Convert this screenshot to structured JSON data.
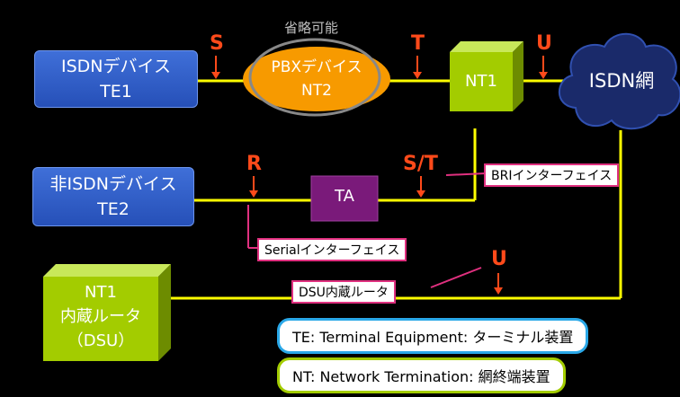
{
  "optional_label": "省略可能",
  "devices": {
    "isdn_device": {
      "line1": "ISDNデバイス",
      "line2": "TE1"
    },
    "pbx": {
      "line1": "PBXデバイス",
      "line2": "NT2"
    },
    "nt1": "NT1",
    "isdn_net": "ISDN網",
    "non_isdn_device": {
      "line1": "非ISDNデバイス",
      "line2": "TE2"
    },
    "ta": "TA",
    "router": {
      "line1": "NT1",
      "line2": "内蔵ルータ",
      "line3": "（DSU）"
    }
  },
  "ref_points": {
    "S": "S",
    "T": "T",
    "U1": "U",
    "R": "R",
    "ST": "S/T",
    "U2": "U"
  },
  "tags": {
    "bri": "BRIインターフェイス",
    "serial": "Serialインターフェイス",
    "dsu": "DSU内蔵ルータ"
  },
  "legend": {
    "te": "TE: Terminal Equipment: ターミナル装置",
    "nt": "NT: Network Termination: 網終端装置"
  },
  "colors": {
    "line": "#ffff00",
    "label": "#ff4a1a",
    "tag_border": "#e0307f",
    "green": "#a3cc00",
    "ta": "#7a1a7a"
  }
}
